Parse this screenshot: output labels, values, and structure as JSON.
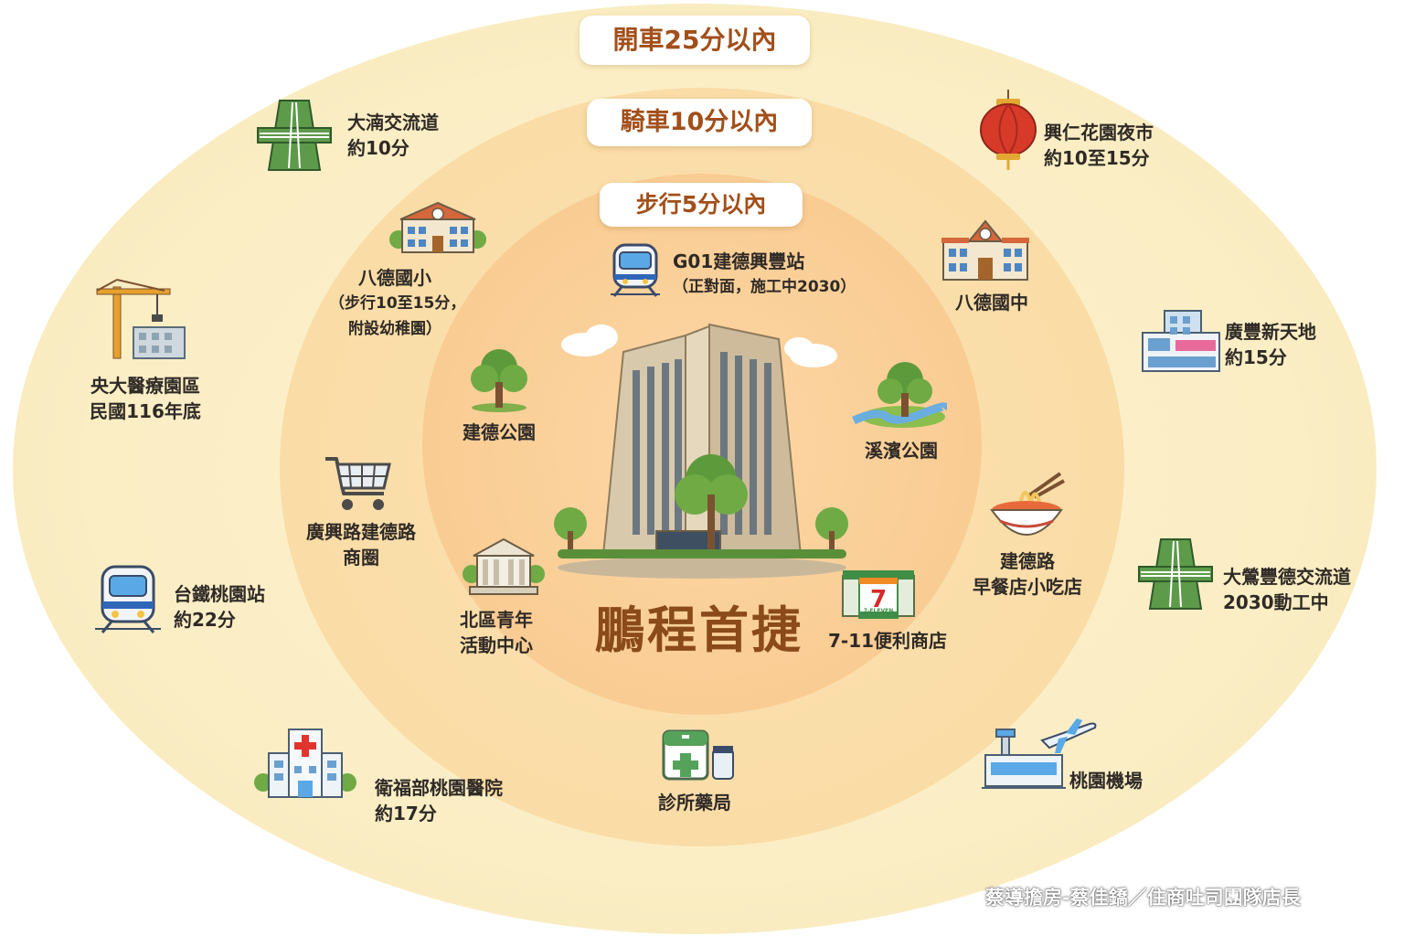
{
  "zones": {
    "drive": "開車25分以內",
    "bike": "騎車10分以內",
    "walk": "步行5分以內"
  },
  "project": {
    "name": "鵬程首捷"
  },
  "walk_places": {
    "station": {
      "line1": "G01建德興豐站",
      "line2": "（正對面，施工中2030）"
    },
    "park": {
      "line1": "建德公園"
    },
    "creek_park": {
      "line1": "溪濱公園"
    },
    "youth_center": {
      "line1": "北區青年",
      "line2": "活動中心"
    },
    "seven": {
      "line1": "7-11便利商店",
      "logo": "7-ELEVEN"
    }
  },
  "bike_places": {
    "elementary": {
      "line1": "八德國小",
      "line2": "（步行10至15分，",
      "line3": "附設幼稚園）"
    },
    "junior_high": {
      "line1": "八德國中"
    },
    "shopping": {
      "line1": "廣興路建德路",
      "line2": "商圈"
    },
    "breakfast": {
      "line1": "建德路",
      "line2": "早餐店小吃店"
    },
    "clinic": {
      "line1": "診所藥局"
    }
  },
  "drive_places": {
    "dadi": {
      "line1": "大湳交流道",
      "line2": "約10分"
    },
    "night_market": {
      "line1": "興仁花園夜市",
      "line2": "約10至15分"
    },
    "medical": {
      "line1": "央大醫療園區",
      "line2": "民國116年底"
    },
    "guangfeng": {
      "line1": "廣豐新天地",
      "line2": "約15分"
    },
    "rail_station": {
      "line1": "台鐵桃園站",
      "line2": "約22分"
    },
    "dayingfeng": {
      "line1": "大鶯豐德交流道",
      "line2": "2030動工中"
    },
    "hospital": {
      "line1": "衛福部桃園醫院",
      "line2": "約17分"
    },
    "airport": {
      "line1": "桃園機場"
    }
  },
  "watermark": "蔡導擔房-蔡佳鐈／住商吐司團隊店長",
  "colors": {
    "accent_brown": "#a24f1a",
    "project_brown": "#8a4a1a",
    "outer_ring": "#fbeec5",
    "mid_ring": "#fadca6",
    "inner_ring": "#f9cc93",
    "highway_green": "#4a8a3c"
  },
  "icons": [
    "highway-icon",
    "lantern-icon",
    "school-icon",
    "crane-icon",
    "mall-icon",
    "train-icon",
    "tree-icon",
    "creek-park-icon",
    "shopping-cart-icon",
    "noodle-bowl-icon",
    "museum-icon",
    "seven-eleven-icon",
    "hospital-icon",
    "pharmacy-icon",
    "airplane-icon",
    "building-icon",
    "cloud-icon"
  ]
}
